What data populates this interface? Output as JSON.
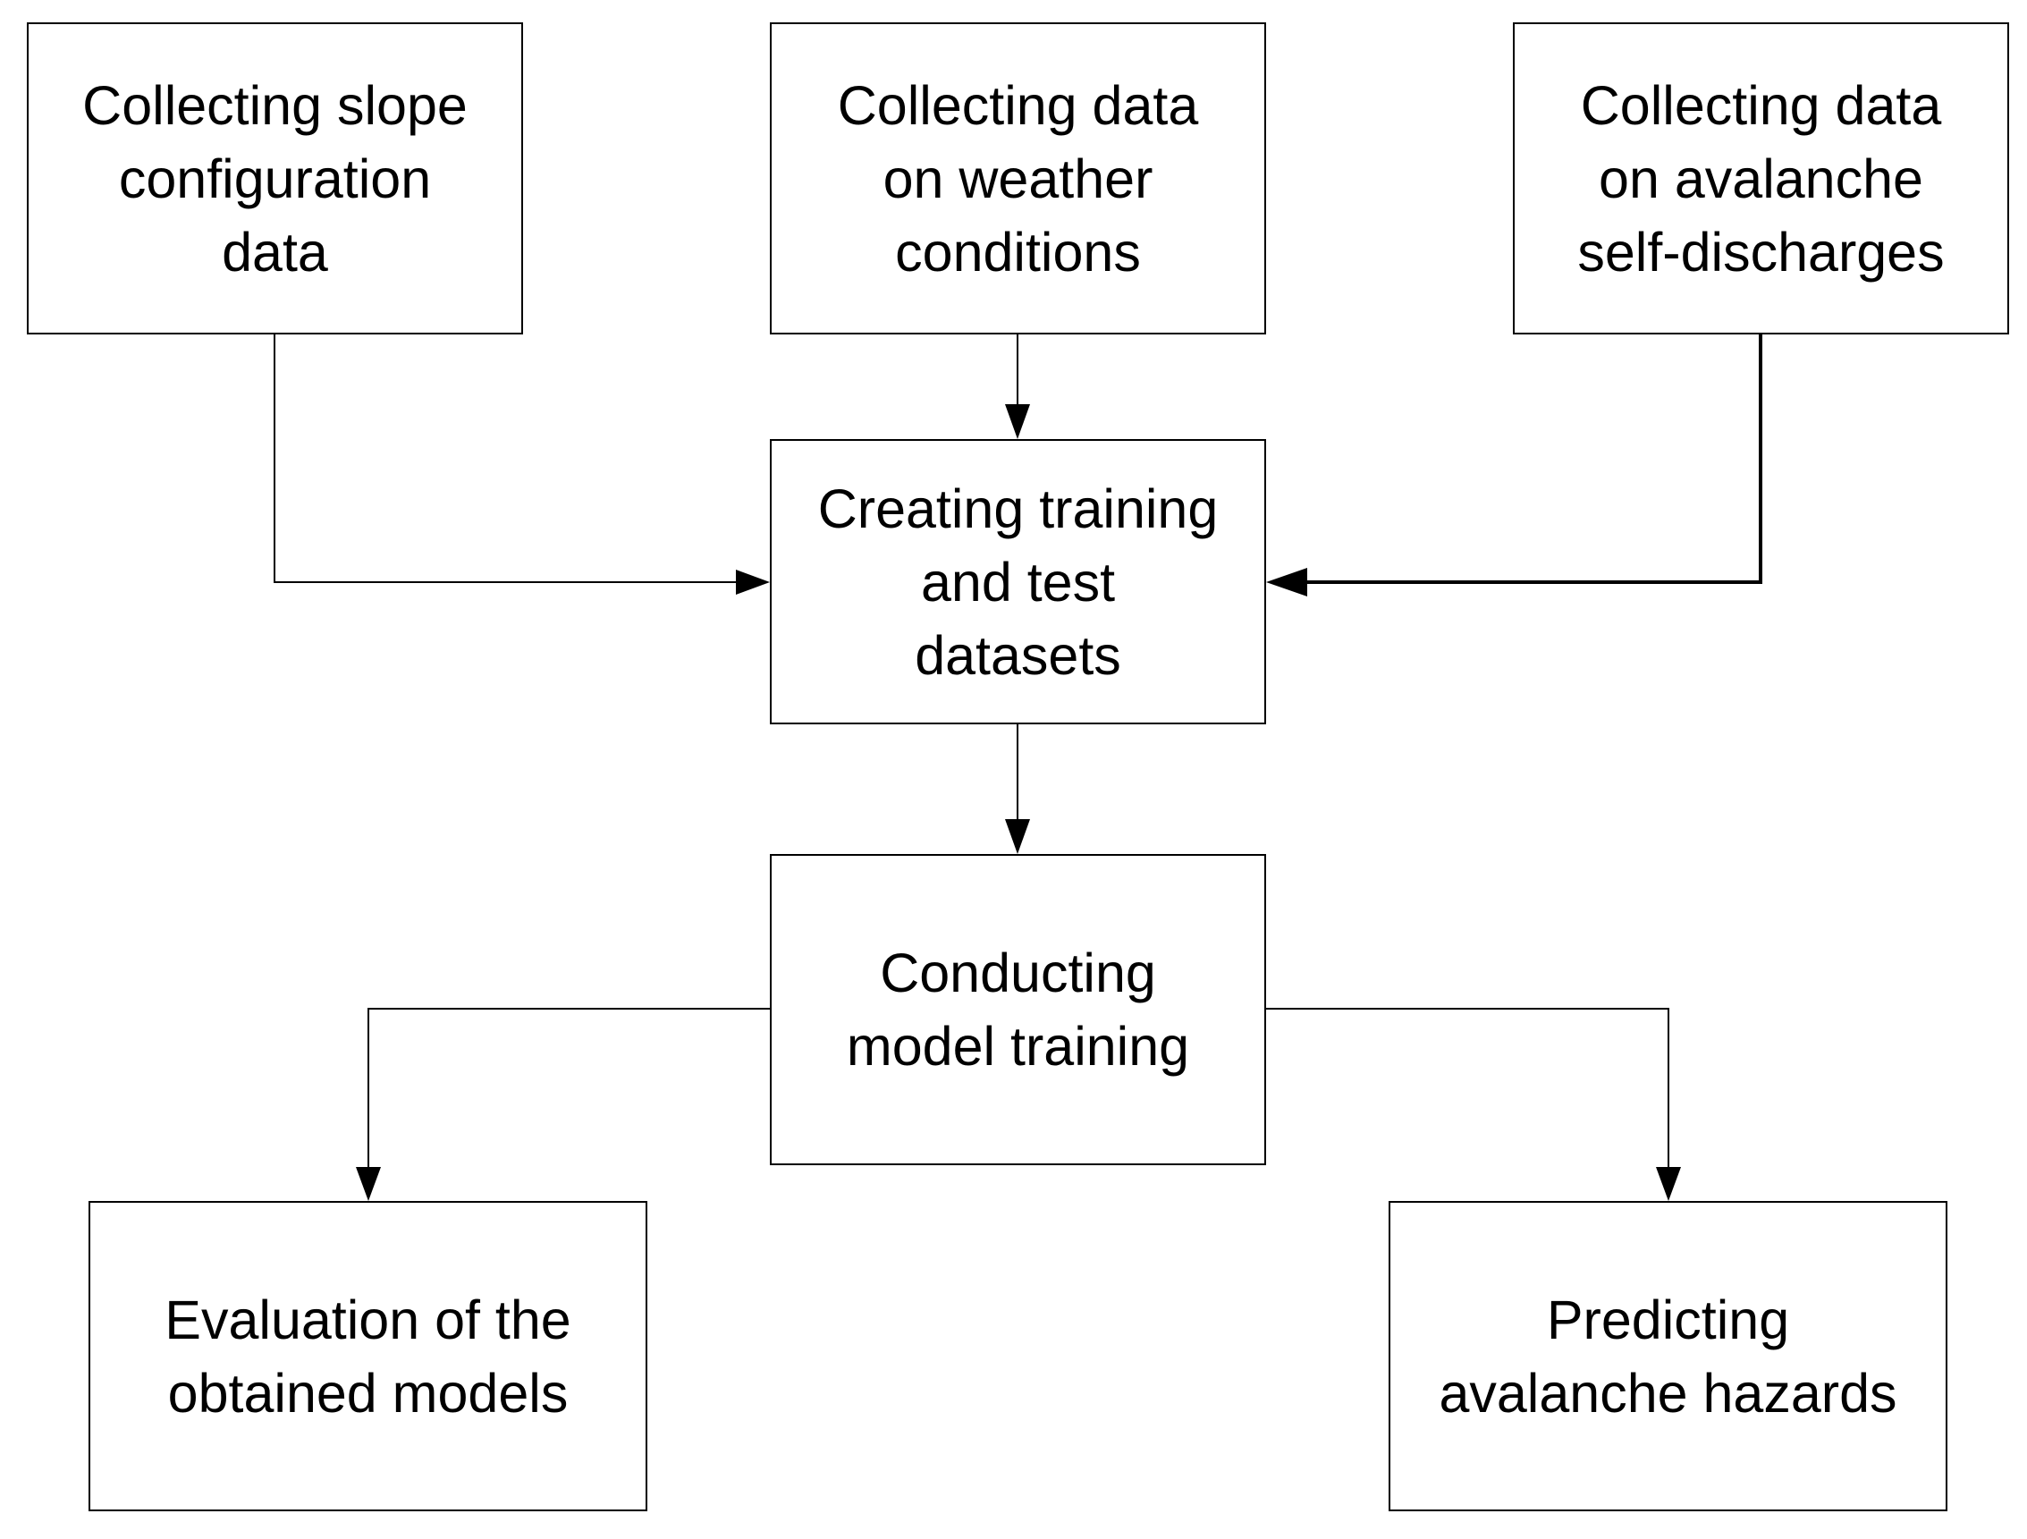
{
  "diagram": {
    "boxes": {
      "slope_config": {
        "lines": [
          "Collecting slope",
          "configuration",
          "data"
        ]
      },
      "weather": {
        "lines": [
          "Collecting data",
          "on weather",
          "conditions"
        ]
      },
      "avalanche": {
        "lines": [
          "Collecting data",
          "on avalanche",
          "self-discharges"
        ]
      },
      "datasets": {
        "lines": [
          "Creating training",
          "and test",
          "datasets"
        ]
      },
      "model_training": {
        "lines": [
          "Conducting",
          "model training"
        ]
      },
      "evaluation": {
        "lines": [
          "Evaluation of the",
          "obtained models"
        ]
      },
      "prediction": {
        "lines": [
          "Predicting",
          "avalanche hazards"
        ]
      }
    },
    "connections": [
      {
        "from": "slope_config",
        "to": "datasets"
      },
      {
        "from": "weather",
        "to": "datasets"
      },
      {
        "from": "avalanche",
        "to": "datasets"
      },
      {
        "from": "datasets",
        "to": "model_training"
      },
      {
        "from": "model_training",
        "to": "evaluation"
      },
      {
        "from": "model_training",
        "to": "prediction"
      }
    ],
    "colors": {
      "stroke": "#000000",
      "background": "#ffffff",
      "text": "#000000"
    }
  }
}
